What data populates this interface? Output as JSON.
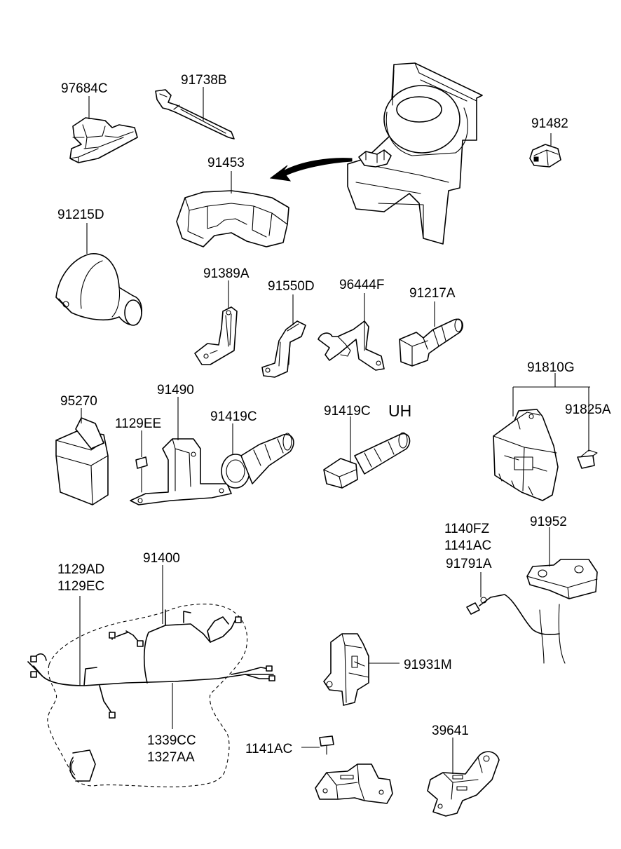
{
  "diagram": {
    "labels": {
      "p97684C": "97684C",
      "p91738B": "91738B",
      "p91482": "91482",
      "p91453": "91453",
      "p91215D": "91215D",
      "p91389A": "91389A",
      "p91550D": "91550D",
      "p96444F": "96444F",
      "p91217A": "91217A",
      "p91810G": "91810G",
      "p91825A": "91825A",
      "p95270": "95270",
      "p91490": "91490",
      "p1129EE": "1129EE",
      "p91419C_a": "91419C",
      "p91419C_b": "91419C",
      "uh": "UH",
      "p1140FZ": "1140FZ",
      "p1141AC_a": "1141AC",
      "p91791A": "91791A",
      "p91952": "91952",
      "p91400": "91400",
      "p1129AD": "1129AD",
      "p1129EC": "1129EC",
      "p1339CC": "1339CC",
      "p1327AA": "1327AA",
      "p91931M": "91931M",
      "p1141AC_b": "1141AC",
      "p39641": "39641"
    }
  }
}
